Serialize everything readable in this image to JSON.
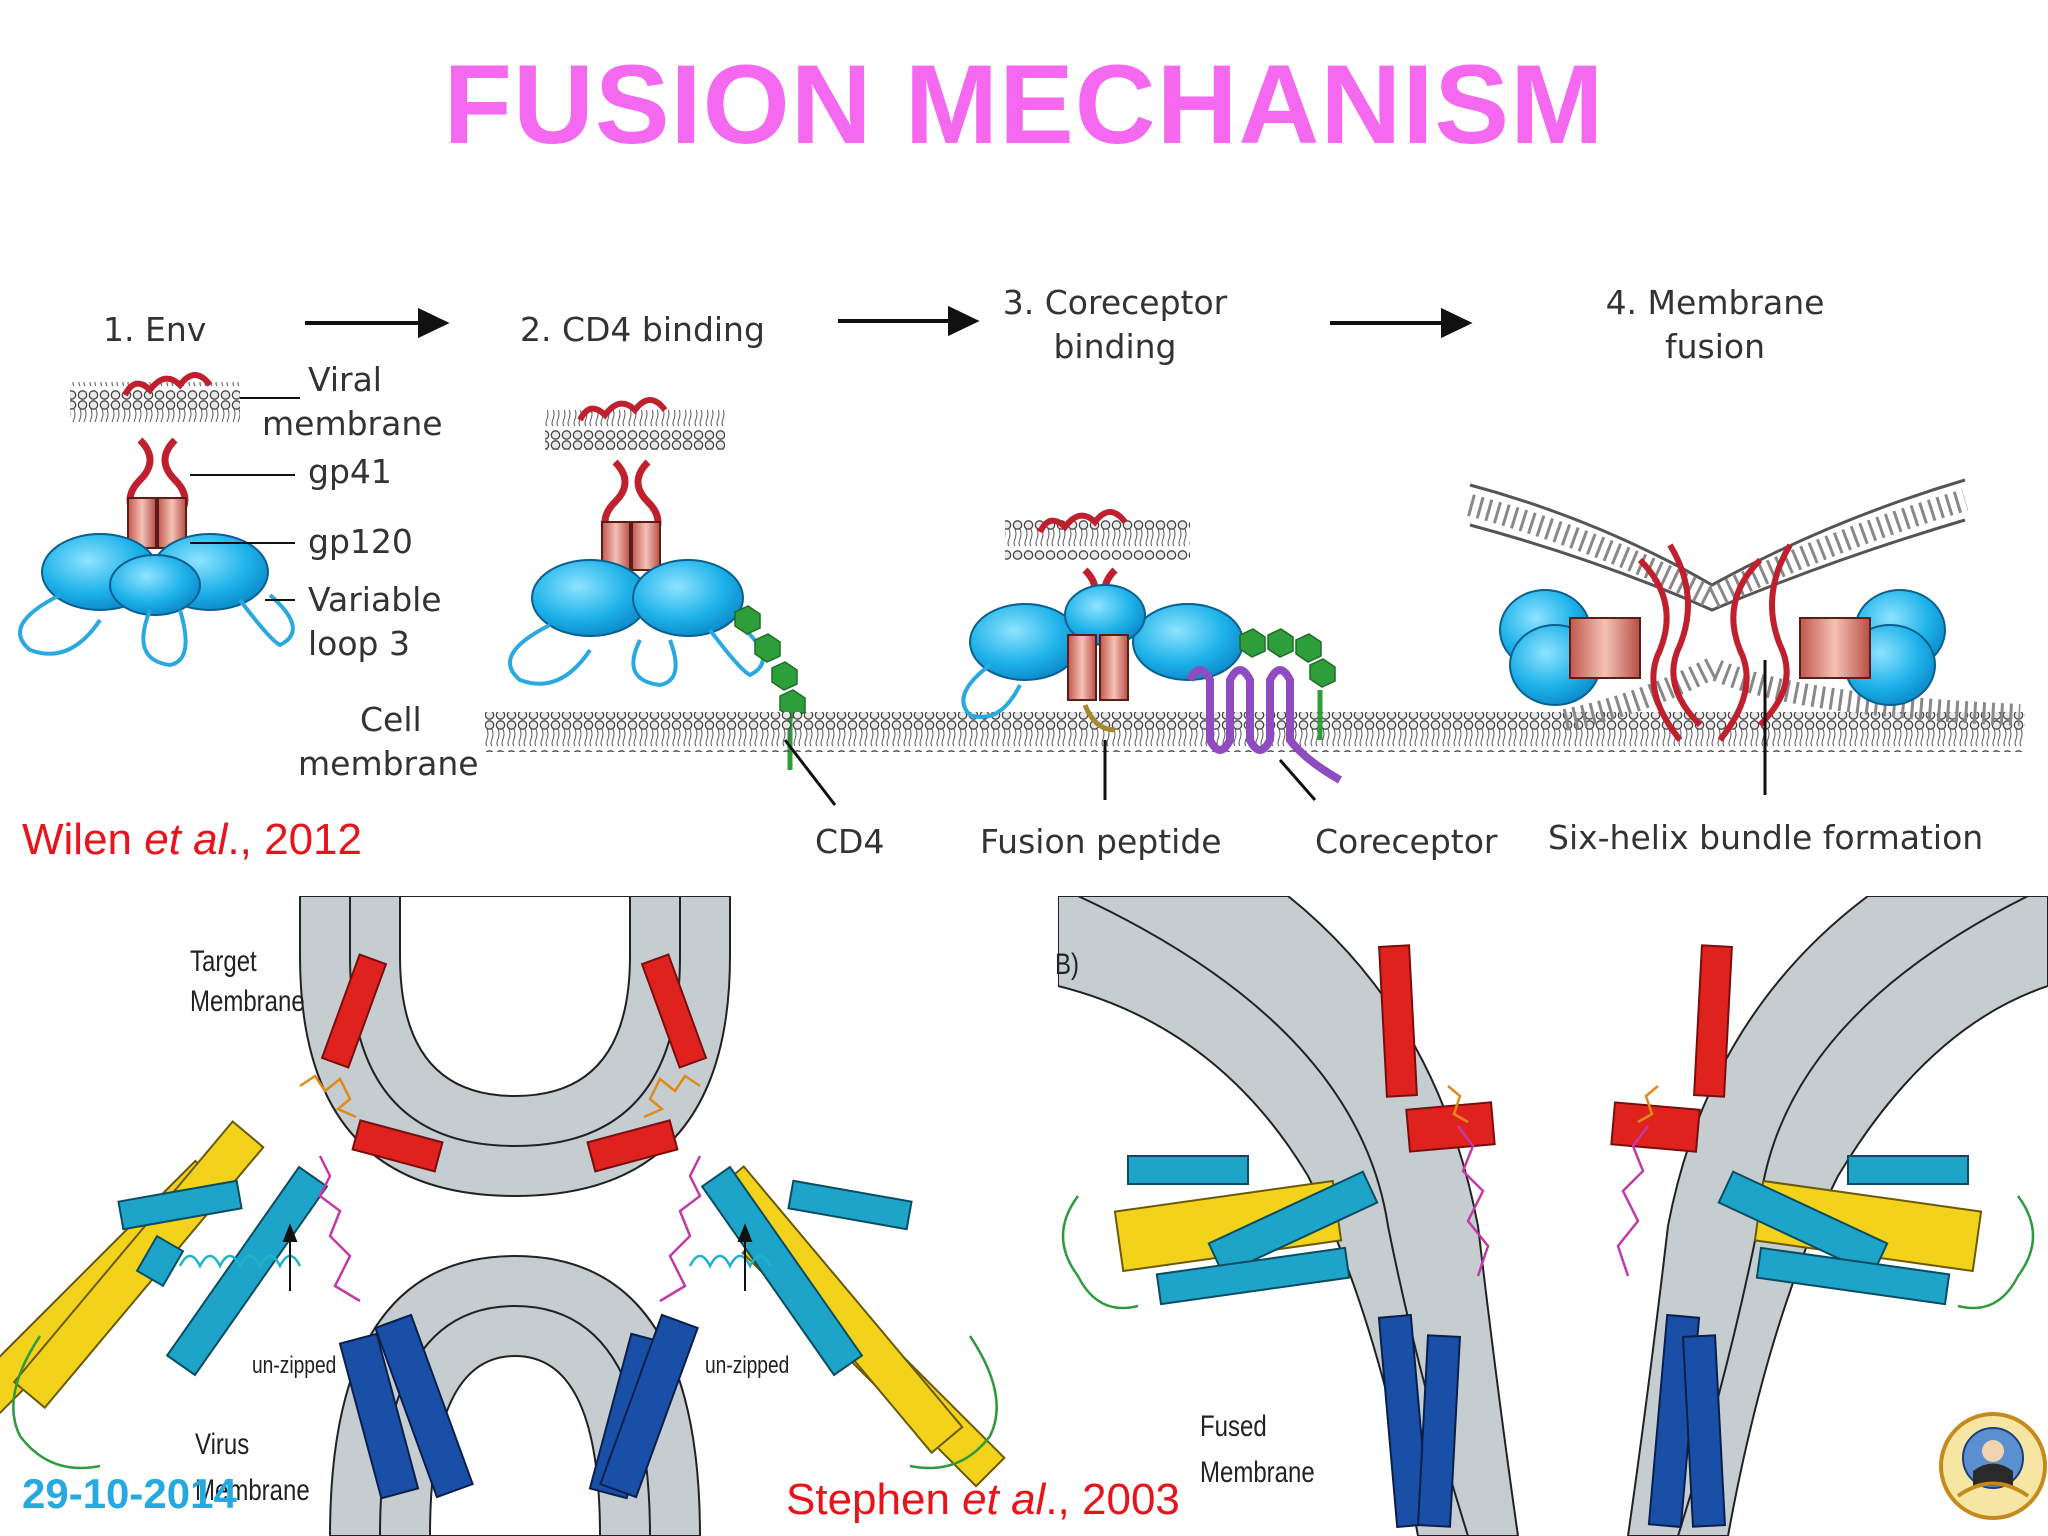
{
  "slide": {
    "title": "FUSION MECHANISM",
    "date": "29-10-2014",
    "colors": {
      "title": "#f569f0",
      "citation": "#e8141b",
      "date": "#26a9e0"
    }
  },
  "top_figure": {
    "steps": [
      "1. Env",
      "2. CD4 binding",
      "3. Coreceptor binding",
      "4. Membrane fusion"
    ],
    "step3_line1": "3. Coreceptor",
    "step3_line2": "binding",
    "step4_line1": "4. Membrane",
    "step4_line2": "fusion",
    "labels": {
      "viral_membrane_1": "Viral",
      "viral_membrane_2": "membrane",
      "gp41": "gp41",
      "gp120": "gp120",
      "variable_loop_1": "Variable",
      "variable_loop_2": "loop 3",
      "cell_membrane_1": "Cell",
      "cell_membrane_2": "membrane",
      "cd4": "CD4",
      "fusion_peptide": "Fusion peptide",
      "coreceptor": "Coreceptor",
      "six_helix": "Six-helix bundle formation"
    },
    "citation_author": "Wilen ",
    "citation_etal": "et al",
    "citation_year": "., 2012"
  },
  "bottom_left_figure": {
    "target_membrane_1": "Target",
    "target_membrane_2": "Membrane",
    "unzipped_left": "un-zipped",
    "unzipped_right": "un-zipped",
    "virus_membrane_1": "Virus",
    "virus_membrane_2": "Membrane"
  },
  "bottom_right_figure": {
    "panel_letter": "B)",
    "fused_membrane_1": "Fused",
    "fused_membrane_2": "Membrane",
    "citation_author": "Stephen ",
    "citation_etal": "et al",
    "citation_year": "., 2003"
  }
}
